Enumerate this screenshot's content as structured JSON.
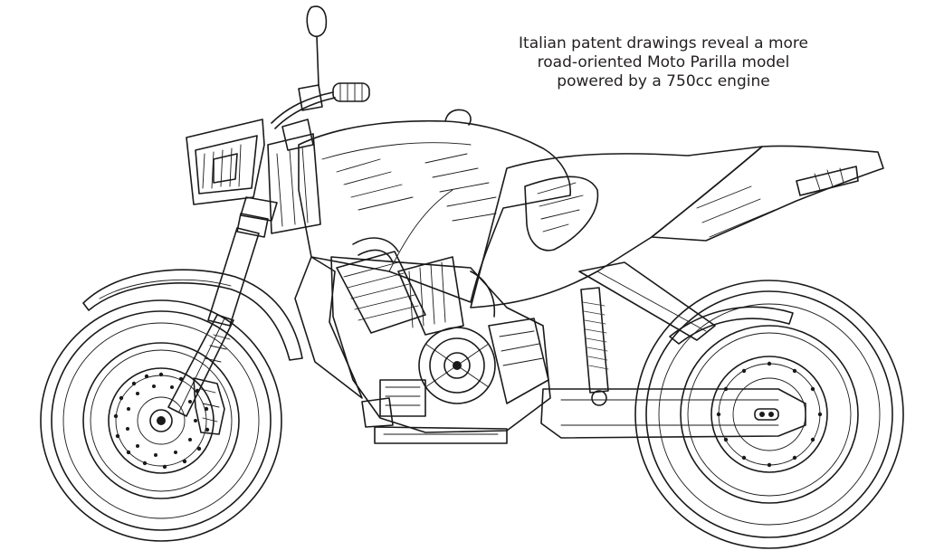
{
  "caption": {
    "lines": [
      "Italian patent drawings reveal a more",
      "road-oriented Moto Parilla model",
      "powered by a 750cc engine"
    ]
  },
  "colors": {
    "background": "#ffffff",
    "ink": "#1a1a1a",
    "caption_text": "#231f20"
  }
}
